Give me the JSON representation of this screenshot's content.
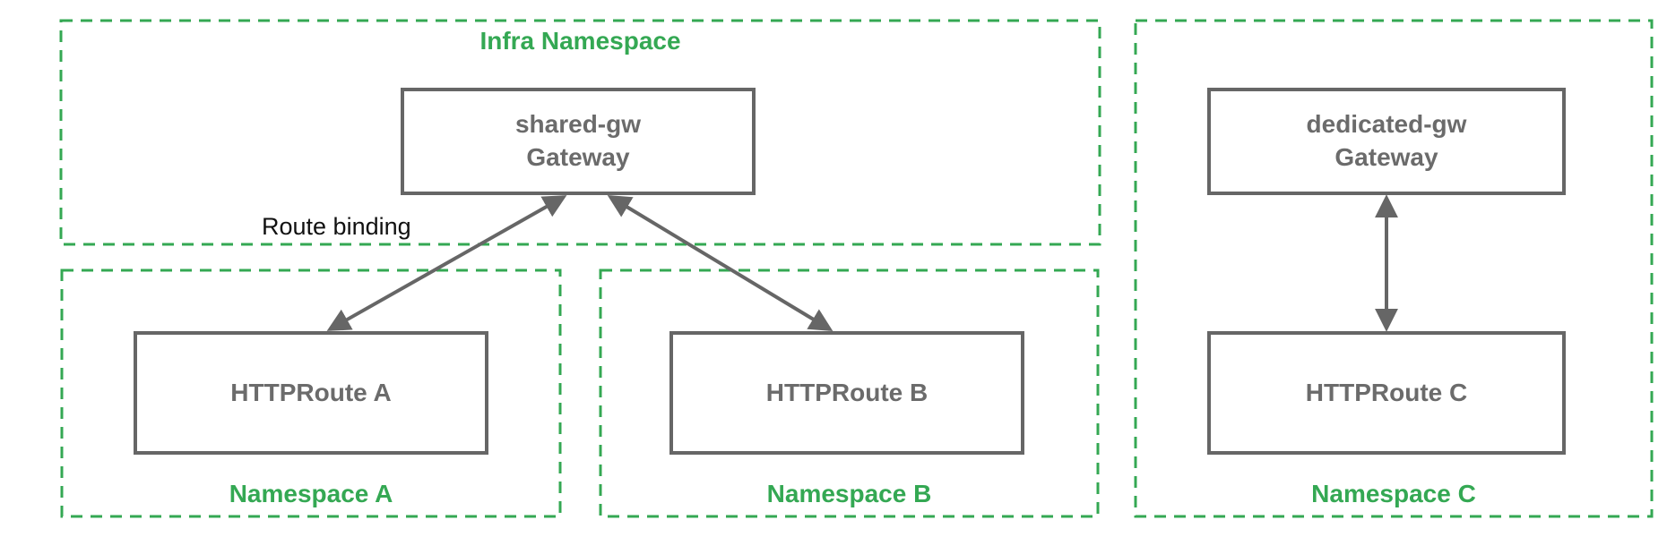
{
  "colors": {
    "namespace_green": "#34A853",
    "node_gray": "#666666",
    "node_text_gray": "#6b6b6b",
    "edge_label_black": "#111111",
    "background": "#ffffff"
  },
  "namespaces": {
    "infra": {
      "label": "Infra Namespace"
    },
    "a": {
      "label": "Namespace A"
    },
    "b": {
      "label": "Namespace B"
    },
    "c": {
      "label": "Namespace C"
    }
  },
  "nodes": {
    "shared_gw": {
      "line1": "shared-gw",
      "line2": "Gateway"
    },
    "dedicated_gw": {
      "line1": "dedicated-gw",
      "line2": "Gateway"
    },
    "route_a": {
      "label": "HTTPRoute A"
    },
    "route_b": {
      "label": "HTTPRoute B"
    },
    "route_c": {
      "label": "HTTPRoute C"
    }
  },
  "edges": {
    "binding_label": "Route binding"
  }
}
